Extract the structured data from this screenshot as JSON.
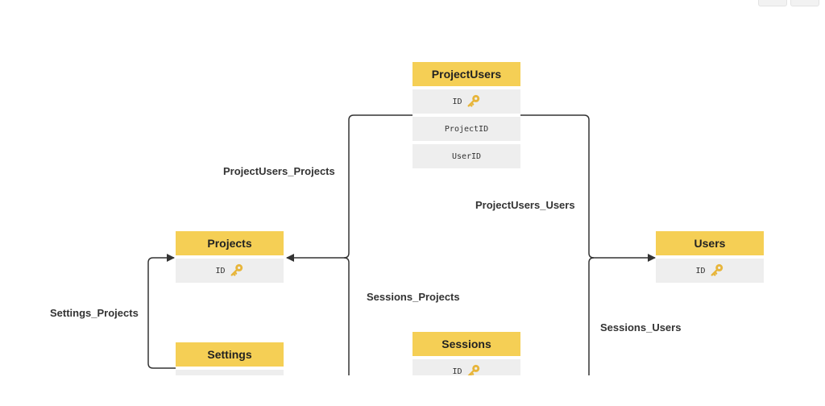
{
  "tables": {
    "project_users": {
      "name": "ProjectUsers",
      "fields": [
        "ID",
        "ProjectID",
        "UserID"
      ]
    },
    "projects": {
      "name": "Projects",
      "fields": [
        "ID"
      ]
    },
    "users": {
      "name": "Users",
      "fields": [
        "ID"
      ]
    },
    "settings": {
      "name": "Settings"
    },
    "sessions": {
      "name": "Sessions",
      "fields": [
        "ID"
      ]
    }
  },
  "relations": {
    "project_users_projects": "ProjectUsers_Projects",
    "project_users_users": "ProjectUsers_Users",
    "settings_projects": "Settings_Projects",
    "sessions_projects": "Sessions_Projects",
    "sessions_users": "Sessions_Users"
  },
  "icons": {
    "primary_key": "key-icon"
  },
  "colors": {
    "header": "#f5cf55",
    "row": "#eeeeee",
    "line": "#333333"
  }
}
